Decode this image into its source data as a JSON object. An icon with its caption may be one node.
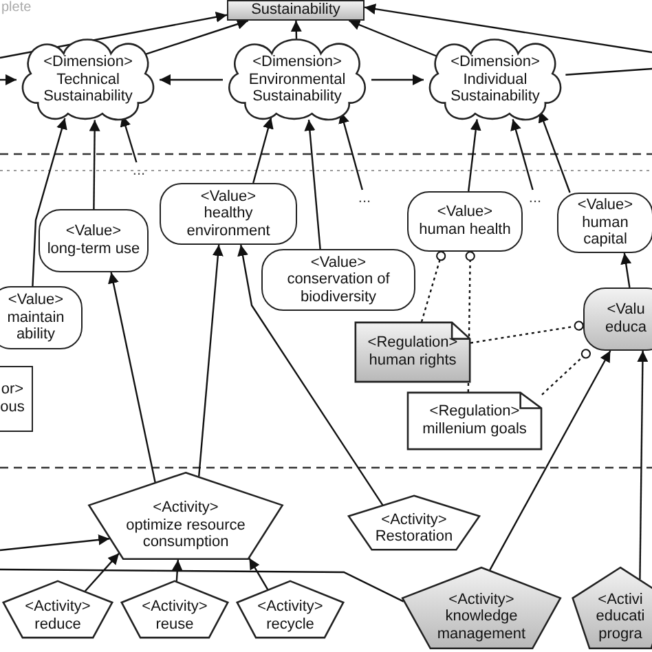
{
  "diagram": {
    "nodes": [
      {
        "text": [
          "Sustainability"
        ]
      },
      {
        "text": [
          "<Dimension>",
          "Technical Sustainability"
        ]
      },
      {
        "text": [
          "<Dimension>",
          "Environmental Sustainability"
        ]
      },
      {
        "text": [
          "<Dimension>",
          "Individual Sustainability"
        ]
      },
      {
        "text": [
          "<Value>",
          "long-term use"
        ]
      },
      {
        "text": [
          "<Value>",
          "healthy environment"
        ]
      },
      {
        "text": [
          "<Value>",
          "human health"
        ]
      },
      {
        "text": [
          "<Value>",
          "human capital"
        ]
      },
      {
        "text": [
          "<Value>",
          "maintain ability"
        ]
      },
      {
        "text": [
          "<Value>",
          "conservation of biodiversity"
        ]
      },
      {
        "text": [
          "or>",
          "ous"
        ]
      },
      {
        "text": [
          "<Regulation>",
          "human rights"
        ]
      },
      {
        "text": [
          "<Valu",
          "educa"
        ]
      },
      {
        "text": [
          "<Regulation>",
          "millenium goals"
        ]
      },
      {
        "text": [
          "<Activity>",
          "optimize resource consumption"
        ]
      },
      {
        "text": [
          "<Activity>",
          "Restoration"
        ]
      },
      {
        "text": [
          "<Activity>",
          "reduce"
        ]
      },
      {
        "text": [
          "<Activity>",
          "reuse"
        ]
      },
      {
        "text": [
          "<Activity>",
          "recycle"
        ]
      },
      {
        "text": [
          "<Activity>",
          "knowledge management"
        ]
      },
      {
        "text": [
          "<Activi",
          "educati progra"
        ]
      },
      {
        "text": [
          "..."
        ]
      },
      {
        "text": [
          "..."
        ]
      },
      {
        "text": [
          "..."
        ]
      }
    ],
    "edges": [
      {
        "from": null,
        "to": 0,
        "arrow": "to"
      },
      {
        "from": 1,
        "to": 0,
        "arrow": "to"
      },
      {
        "from": 2,
        "to": 0,
        "arrow": "to"
      },
      {
        "from": 3,
        "to": 0,
        "arrow": "to"
      },
      {
        "from": null,
        "to": 0,
        "arrow": "to"
      },
      {
        "from": null,
        "to": 1,
        "arrow": "to"
      },
      {
        "from": 2,
        "to": 1,
        "arrow": "to"
      },
      {
        "from": 2,
        "to": 3,
        "arrow": "to"
      },
      {
        "from": 3,
        "to": null,
        "arrow": "none"
      },
      {
        "from": 8,
        "to": 1,
        "arrow": "to"
      },
      {
        "from": 4,
        "to": 1,
        "arrow": "to"
      },
      {
        "from": 21,
        "to": 1,
        "arrow": "to"
      },
      {
        "from": 5,
        "to": 2,
        "arrow": "to"
      },
      {
        "from": 22,
        "to": 2,
        "arrow": "to"
      },
      {
        "from": 9,
        "to": 2,
        "arrow": "to"
      },
      {
        "from": 6,
        "to": 3,
        "arrow": "to"
      },
      {
        "from": 23,
        "to": 3,
        "arrow": "to"
      },
      {
        "from": 7,
        "to": 3,
        "arrow": "to"
      },
      {
        "from": 14,
        "to": 4,
        "arrow": "to"
      },
      {
        "from": 14,
        "to": 5,
        "arrow": "to"
      },
      {
        "from": 15,
        "to": 5,
        "arrow": "to"
      },
      {
        "from": 11,
        "to": 6,
        "arrow": "other",
        "style": "dashed"
      },
      {
        "from": 13,
        "to": 6,
        "arrow": "other",
        "style": "dashed"
      },
      {
        "from": 11,
        "to": 12,
        "arrow": "other",
        "style": "dashed"
      },
      {
        "from": 13,
        "to": 12,
        "arrow": "other",
        "style": "dashed"
      },
      {
        "from": 12,
        "to": 7,
        "arrow": "to"
      },
      {
        "from": 16,
        "to": 14,
        "arrow": "to"
      },
      {
        "from": 17,
        "to": 14,
        "arrow": "to"
      },
      {
        "from": 18,
        "to": 14,
        "arrow": "to"
      },
      {
        "from": null,
        "to": 14,
        "arrow": "to"
      },
      {
        "from": 19,
        "to": null,
        "arrow": "none"
      },
      {
        "from": 19,
        "to": 12,
        "arrow": "to"
      },
      {
        "from": 20,
        "to": 12,
        "arrow": "to"
      }
    ],
    "labels": [
      "plete"
    ]
  }
}
